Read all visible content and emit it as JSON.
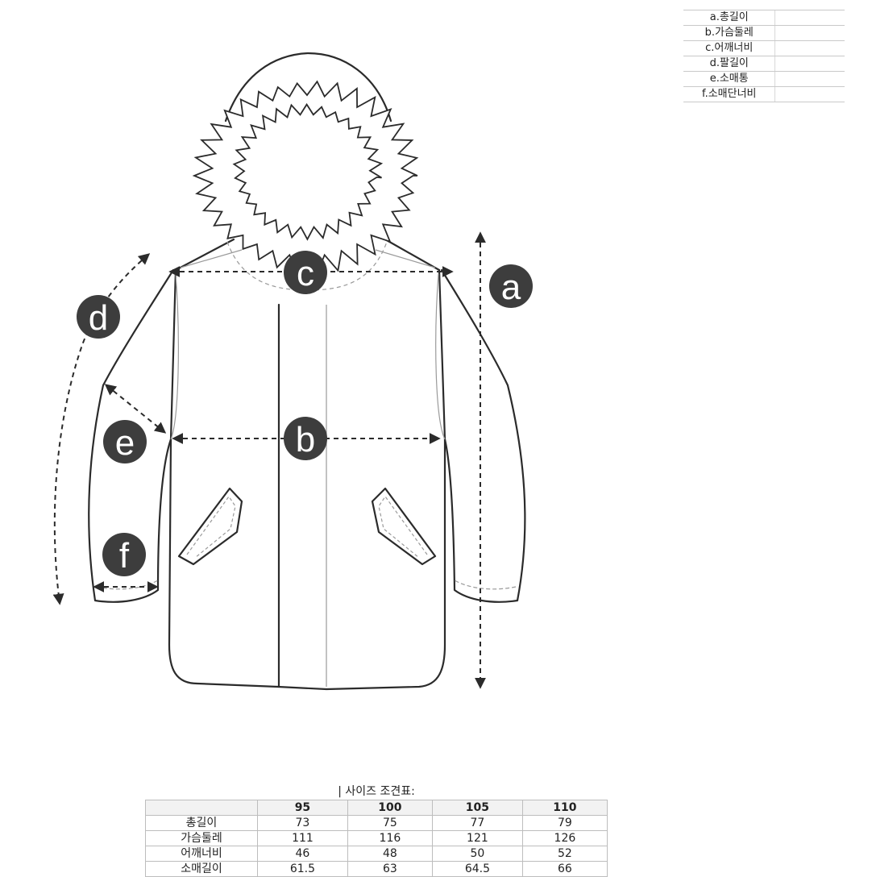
{
  "legend": {
    "header": "",
    "rows": [
      {
        "label": "a.총길이",
        "value": ""
      },
      {
        "label": "b.가슴둘레",
        "value": ""
      },
      {
        "label": "c.어깨너비",
        "value": ""
      },
      {
        "label": "d.팔길이",
        "value": ""
      },
      {
        "label": "e.소매통",
        "value": ""
      },
      {
        "label": "f.소매단너비",
        "value": ""
      }
    ]
  },
  "diagram": {
    "markers": {
      "a": "a",
      "b": "b",
      "c": "c",
      "d": "d",
      "e": "e",
      "f": "f"
    },
    "colors": {
      "outline": "#2b2b2b",
      "marker_fill": "#3d3d3d",
      "marker_text": "#ffffff",
      "guide": "#9a9a9a"
    }
  },
  "size_chart": {
    "caption": "| 사이즈 조견표:",
    "sizes": [
      "95",
      "100",
      "105",
      "110"
    ],
    "rows": [
      {
        "label": "총길이",
        "values": [
          "73",
          "75",
          "77",
          "79"
        ]
      },
      {
        "label": "가슴둘레",
        "values": [
          "111",
          "116",
          "121",
          "126"
        ]
      },
      {
        "label": "어깨너비",
        "values": [
          "46",
          "48",
          "50",
          "52"
        ]
      },
      {
        "label": "소매길이",
        "values": [
          "61.5",
          "63",
          "64.5",
          "66"
        ]
      }
    ]
  }
}
